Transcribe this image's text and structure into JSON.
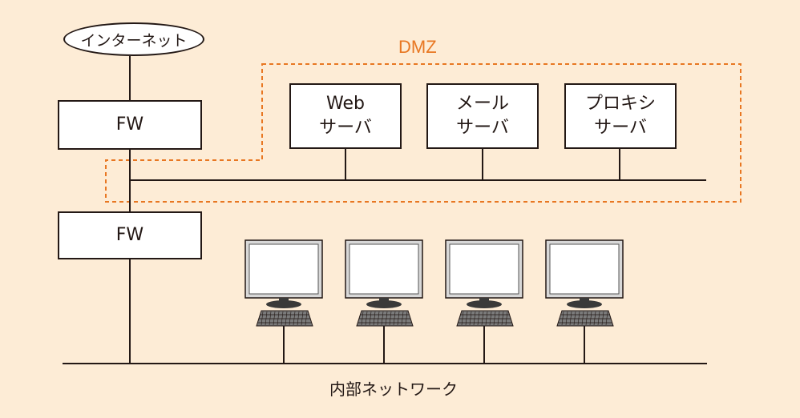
{
  "internet": "インターネット",
  "dmz_label": "DMZ",
  "fw_outer": "FW",
  "fw_inner": "FW",
  "servers": [
    {
      "line1": "Web",
      "line2": "サーバ"
    },
    {
      "line1": "メール",
      "line2": "サーバ"
    },
    {
      "line1": "プロキシ",
      "line2": "サーバ"
    }
  ],
  "internal_network": "内部ネットワーク",
  "colors": {
    "background": "#fdecd6",
    "dmz": "#e87722",
    "line": "#231815"
  }
}
